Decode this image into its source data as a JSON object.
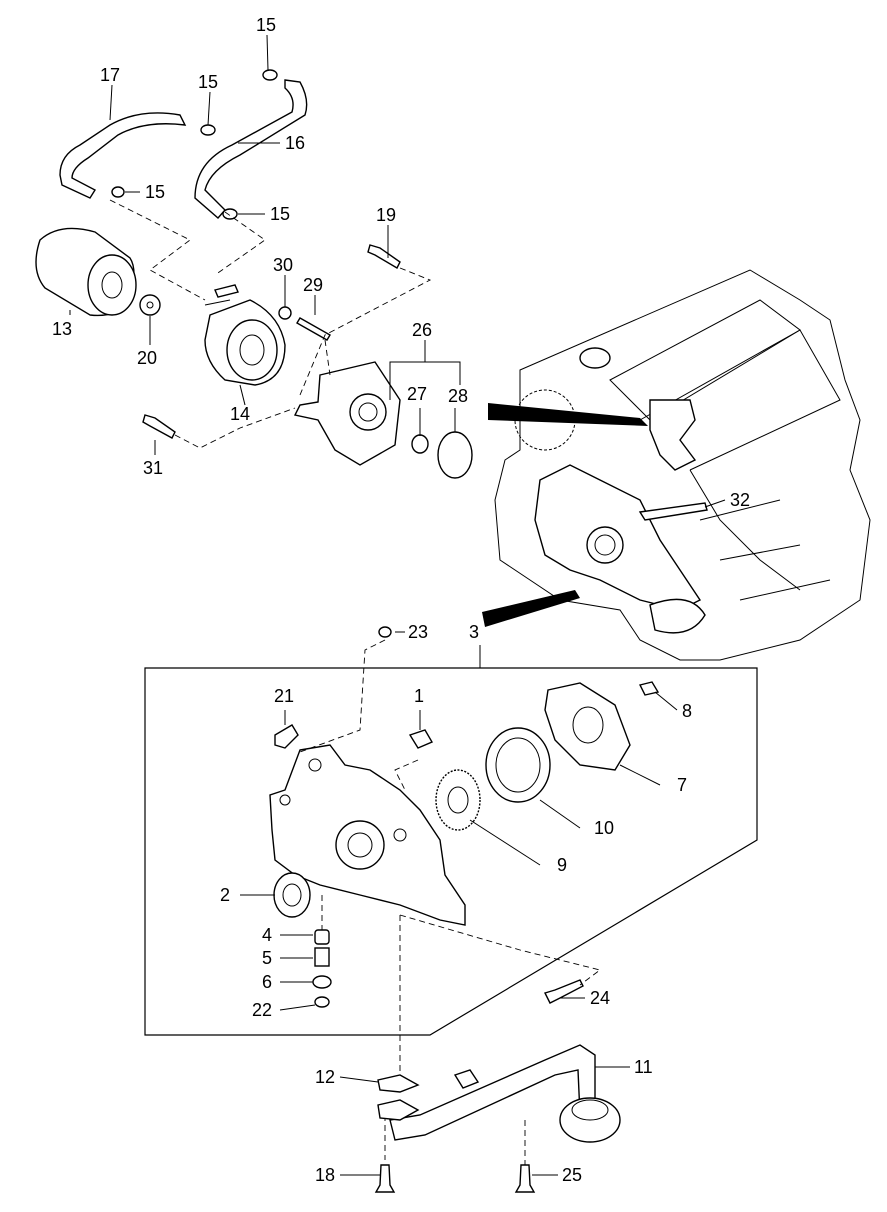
{
  "callouts": [
    {
      "id": "c1",
      "text": "1"
    },
    {
      "id": "c2",
      "text": "2"
    },
    {
      "id": "c3",
      "text": "3"
    },
    {
      "id": "c4",
      "text": "4"
    },
    {
      "id": "c5",
      "text": "5"
    },
    {
      "id": "c6",
      "text": "6"
    },
    {
      "id": "c7",
      "text": "7"
    },
    {
      "id": "c8",
      "text": "8"
    },
    {
      "id": "c9",
      "text": "9"
    },
    {
      "id": "c10",
      "text": "10"
    },
    {
      "id": "c11",
      "text": "11"
    },
    {
      "id": "c12",
      "text": "12"
    },
    {
      "id": "c13",
      "text": "13"
    },
    {
      "id": "c14",
      "text": "14"
    },
    {
      "id": "c15a",
      "text": "15"
    },
    {
      "id": "c15b",
      "text": "15"
    },
    {
      "id": "c15c",
      "text": "15"
    },
    {
      "id": "c15d",
      "text": "15"
    },
    {
      "id": "c16",
      "text": "16"
    },
    {
      "id": "c17",
      "text": "17"
    },
    {
      "id": "c18",
      "text": "18"
    },
    {
      "id": "c19",
      "text": "19"
    },
    {
      "id": "c20",
      "text": "20"
    },
    {
      "id": "c21",
      "text": "21"
    },
    {
      "id": "c22",
      "text": "22"
    },
    {
      "id": "c23",
      "text": "23"
    },
    {
      "id": "c24",
      "text": "24"
    },
    {
      "id": "c25",
      "text": "25"
    },
    {
      "id": "c26",
      "text": "26"
    },
    {
      "id": "c27",
      "text": "27"
    },
    {
      "id": "c28",
      "text": "28"
    },
    {
      "id": "c29",
      "text": "29"
    },
    {
      "id": "c30",
      "text": "30"
    },
    {
      "id": "c31",
      "text": "31"
    },
    {
      "id": "c32",
      "text": "32"
    }
  ]
}
